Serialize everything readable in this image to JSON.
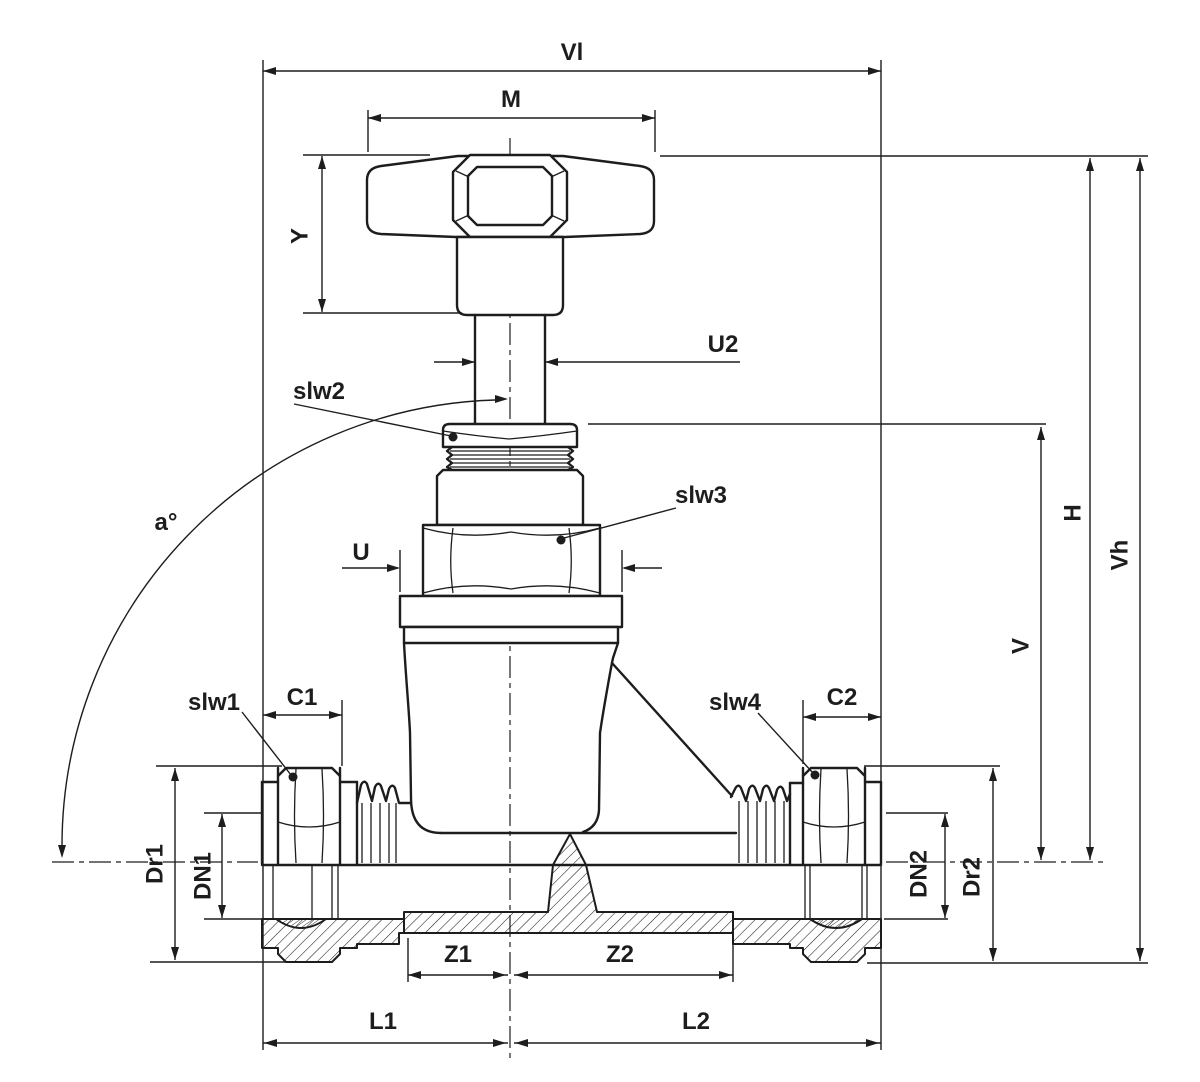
{
  "canvas": {
    "background": "#ffffff",
    "line_color": "#1d1d1d"
  },
  "drawing": {
    "dimension_labels": {
      "vl": "Vl",
      "m": "M",
      "y": "Y",
      "u2": "U2",
      "u": "U",
      "c1": "C1",
      "c2": "C2",
      "z1": "Z1",
      "z2": "Z2",
      "l1": "L1",
      "l2": "L2",
      "dr1": "Dr1",
      "dn1": "DN1",
      "dn2": "DN2",
      "dr2": "Dr2",
      "h": "H",
      "vh": "Vh",
      "v": "V",
      "angle": "a°"
    },
    "part_labels": {
      "slw1": "slw1",
      "slw2": "slw2",
      "slw3": "slw3",
      "slw4": "slw4"
    }
  }
}
